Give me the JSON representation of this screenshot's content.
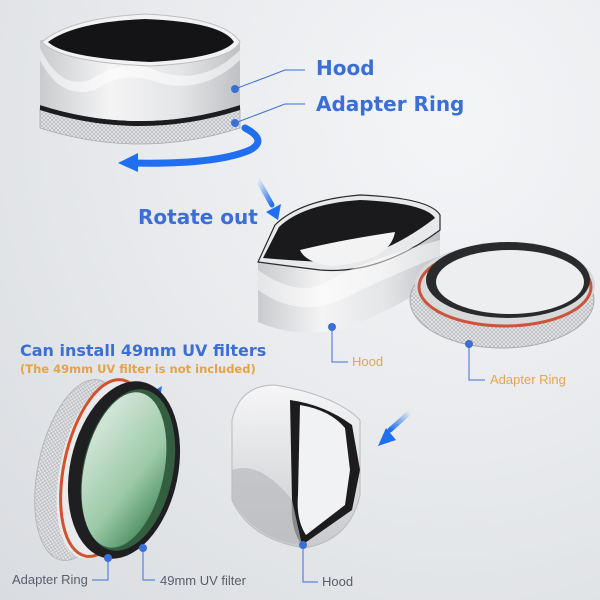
{
  "colors": {
    "accent_blue": "#3c6fd6",
    "arrow_blue": "#1f6ff0",
    "note_orange": "#e5a246",
    "label_orange": "#e2a553",
    "label_grey": "#5a5e66"
  },
  "top_section": {
    "labels": [
      "Hood",
      "Adapter Ring"
    ],
    "rotate_icon": "rotate-arrow-icon"
  },
  "middle_section": {
    "title": "Rotate out",
    "labels": {
      "hood": "Hood",
      "adapter_ring": "Adapter Ring"
    }
  },
  "bottom_section": {
    "title": "Can install 49mm UV filters",
    "note": "(The 49mm UV filter is not included)",
    "labels": {
      "adapter_ring": "Adapter Ring",
      "uv_filter": "49mm UV filter",
      "hood": "Hood"
    }
  }
}
